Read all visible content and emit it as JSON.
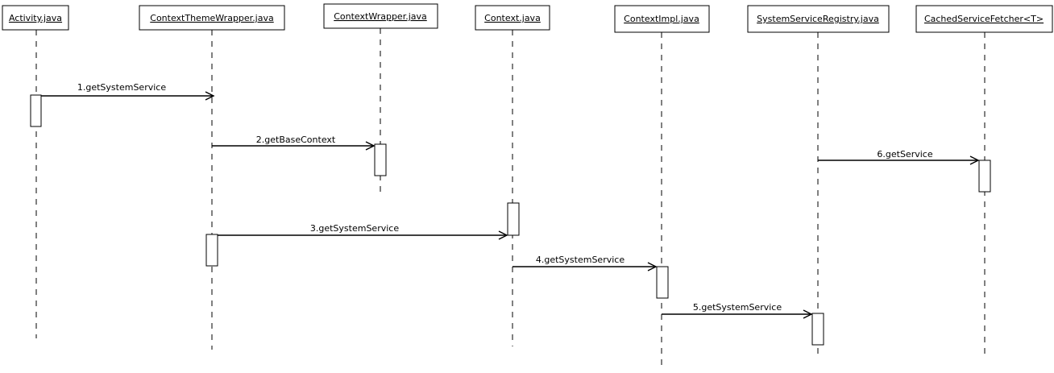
{
  "diagram": {
    "type": "uml-sequence",
    "lifelines": [
      {
        "id": "activity",
        "label": "Activity.java"
      },
      {
        "id": "ctw",
        "label": "ContextThemeWrapper.java"
      },
      {
        "id": "cw",
        "label": "ContextWrapper.java"
      },
      {
        "id": "ctx",
        "label": "Context.java"
      },
      {
        "id": "impl",
        "label": "ContextImpl.java"
      },
      {
        "id": "ssr",
        "label": "SystemServiceRegistry.java"
      },
      {
        "id": "csf",
        "label": "CachedServiceFetcher<T>"
      }
    ],
    "messages": [
      {
        "label": "1.getSystemService",
        "from": "activity",
        "to": "ctw"
      },
      {
        "label": "2.getBaseContext",
        "from": "ctw",
        "to": "cw"
      },
      {
        "label": "3.getSystemService",
        "from": "ctw",
        "to": "ctx"
      },
      {
        "label": "4.getSystemService",
        "from": "ctx",
        "to": "impl"
      },
      {
        "label": "5.getSystemService",
        "from": "impl",
        "to": "ssr"
      },
      {
        "label": "6.getService",
        "from": "ssr",
        "to": "csf"
      }
    ]
  }
}
